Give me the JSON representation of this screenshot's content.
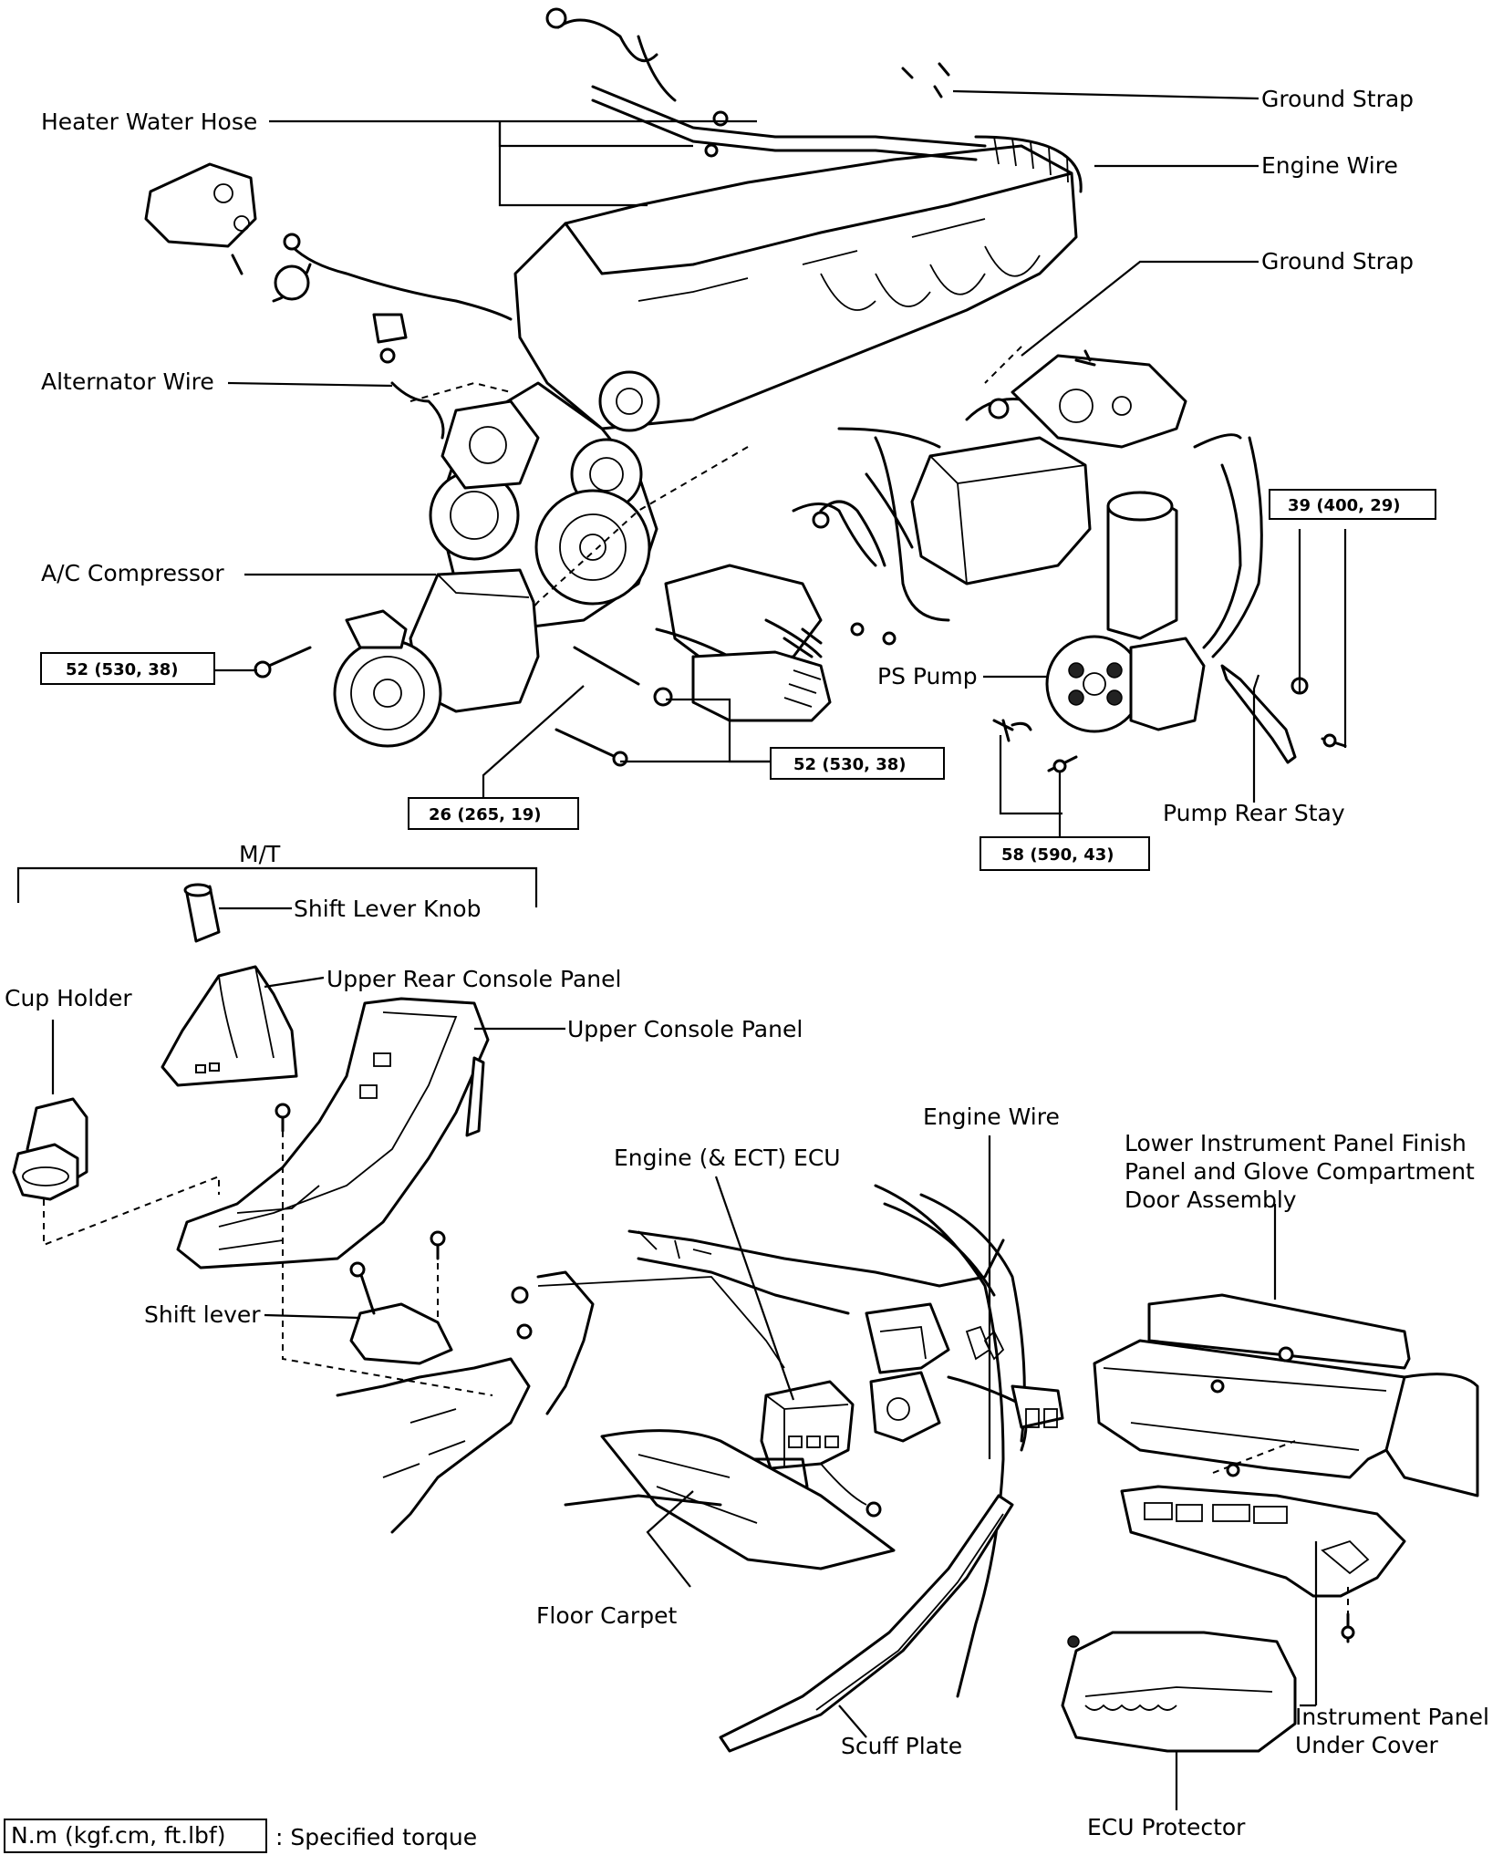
{
  "labels": {
    "heater_water_hose": "Heater Water Hose",
    "ground_strap_1": "Ground Strap",
    "engine_wire_1": "Engine Wire",
    "ground_strap_2": "Ground Strap",
    "alternator_wire": "Alternator Wire",
    "ac_compressor": "A/C Compressor",
    "ps_pump": "PS Pump",
    "pump_rear_stay": "Pump Rear Stay",
    "mt": "M/T",
    "shift_lever_knob": "Shift Lever Knob",
    "upper_rear_console_panel": "Upper Rear Console Panel",
    "cup_holder": "Cup Holder",
    "upper_console_panel": "Upper Console Panel",
    "engine_wire_2": "Engine Wire",
    "engine_ect_ecu": "Engine (& ECT) ECU",
    "lower_ip_line1": "Lower Instrument Panel Finish",
    "lower_ip_line2": "Panel and Glove Compartment",
    "lower_ip_line3": "Door Assembly",
    "shift_lever": "Shift lever",
    "floor_carpet": "Floor Carpet",
    "scuff_plate": "Scuff Plate",
    "ip_under_cover_line1": "Instrument Panel",
    "ip_under_cover_line2": "Under Cover",
    "ecu_protector": "ECU Protector"
  },
  "torques": {
    "t39": "39 (400, 29)",
    "t52_left": "52 (530, 38)",
    "t52_right": "52 (530, 38)",
    "t26": "26 (265, 19)",
    "t58": "58 (590, 43)"
  },
  "legend": {
    "box": "N.m (kgf.cm, ft.lbf)",
    "text": ": Specified torque"
  }
}
